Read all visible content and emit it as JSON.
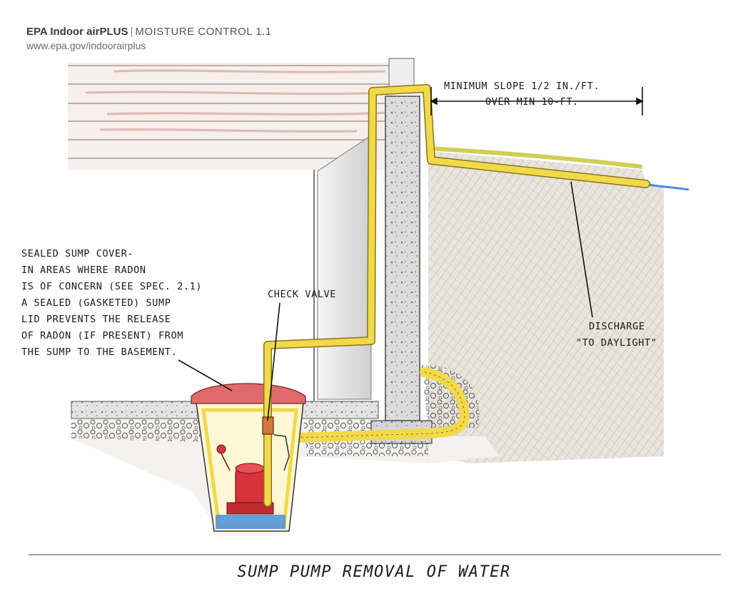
{
  "header": {
    "brand": "EPA Indoor airPLUS",
    "separator": "|",
    "section": "MOISTURE CONTROL 1.1",
    "url": "www.epa.gov/indoorairplus"
  },
  "labels": {
    "slope_line1": "MINIMUM SLOPE 1/2 IN./FT.",
    "slope_line2": "OVER MIN 10-FT.",
    "sump_cover": [
      "SEALED SUMP COVER-",
      "IN AREAS WHERE  RADON",
      "IS OF CONCERN (SEE SPEC. 2.1)",
      "A SEALED (GASKETED) SUMP",
      "LID PREVENTS THE RELEASE",
      "OF RADON (IF PRESENT) FROM",
      "THE SUMP TO THE BASEMENT."
    ],
    "check_valve": "CHECK VALVE",
    "discharge_line1": "DISCHARGE",
    "discharge_line2": "\"TO DAYLIGHT\""
  },
  "caption": "SUMP PUMP REMOVAL OF WATER",
  "colors": {
    "pipe": "#f2d94a",
    "pipe_outline": "#b8961a",
    "pump": "#d8323a",
    "sump_lid": "#e06a6a",
    "water": "#4a8fe0",
    "concrete": "#d9d9d9",
    "soil": "#bfb6aa",
    "joist": "#a45a4a",
    "grass": "#c9c63a"
  }
}
